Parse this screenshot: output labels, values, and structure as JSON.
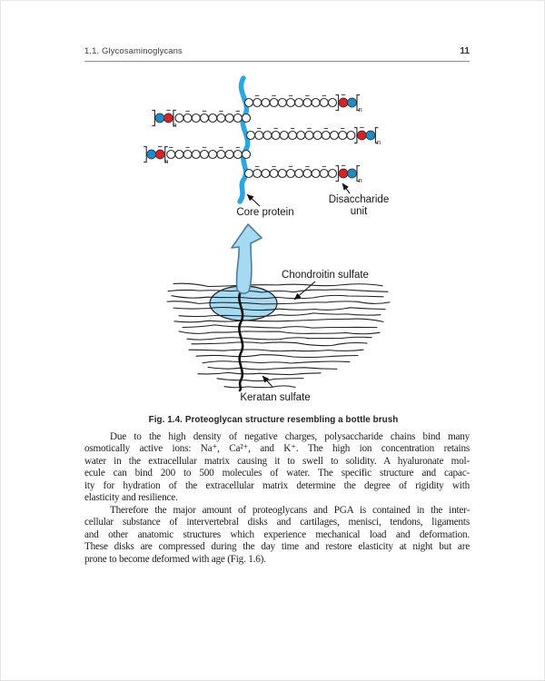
{
  "header": {
    "section": "1.1. Glycosaminoglycans",
    "page_number": "11"
  },
  "figure": {
    "caption": "Fig. 1.4. Proteoglycan structure resembling a bottle brush",
    "labels": {
      "core_protein": "Core protein",
      "disaccharide_line1": "Disaccharide",
      "disaccharide_line2": "unit",
      "chondroitin_sulfate": "Chondroitin sulfate",
      "keratan_sulfate": "Keratan sulfate",
      "repeat_subscript": "n"
    },
    "colors": {
      "bead_red": "#d6232a",
      "bead_blue": "#1e8bc3",
      "core_protein_blue": "#2aa7e0",
      "arrow_fill": "#a6d9f2",
      "arrow_stroke": "#4f7d99",
      "ink": "#1a1a1a"
    }
  },
  "body": {
    "paragraphs": [
      {
        "lines": [
          "Due to the high density of negative charges, polysaccharide chains bind many",
          "osmotically active ions: Na⁺, Ca²⁺, and K⁺. The high ion concentration retains",
          "water in the extracellular matrix causing it to swell to solidity. A hyaluronate mol-",
          "ecule can bind 200 to 500 molecules of water. The specific structure and capac-",
          "ity for hydration of the extracellular matrix determine the degree of rigidity with",
          "elasticity and resilience."
        ]
      },
      {
        "lines": [
          "Therefore the major amount of proteoglycans and PGA is contained in the inter-",
          "cellular substance of intervertebral disks and cartilages, menisci, tendons, ligaments",
          "and other anatomic structures which experience mechanical load and deformation.",
          "These disks are compressed during the day time and restore elasticity at night but are",
          "prone to become deformed with age (Fig. 1.6)."
        ]
      }
    ]
  }
}
